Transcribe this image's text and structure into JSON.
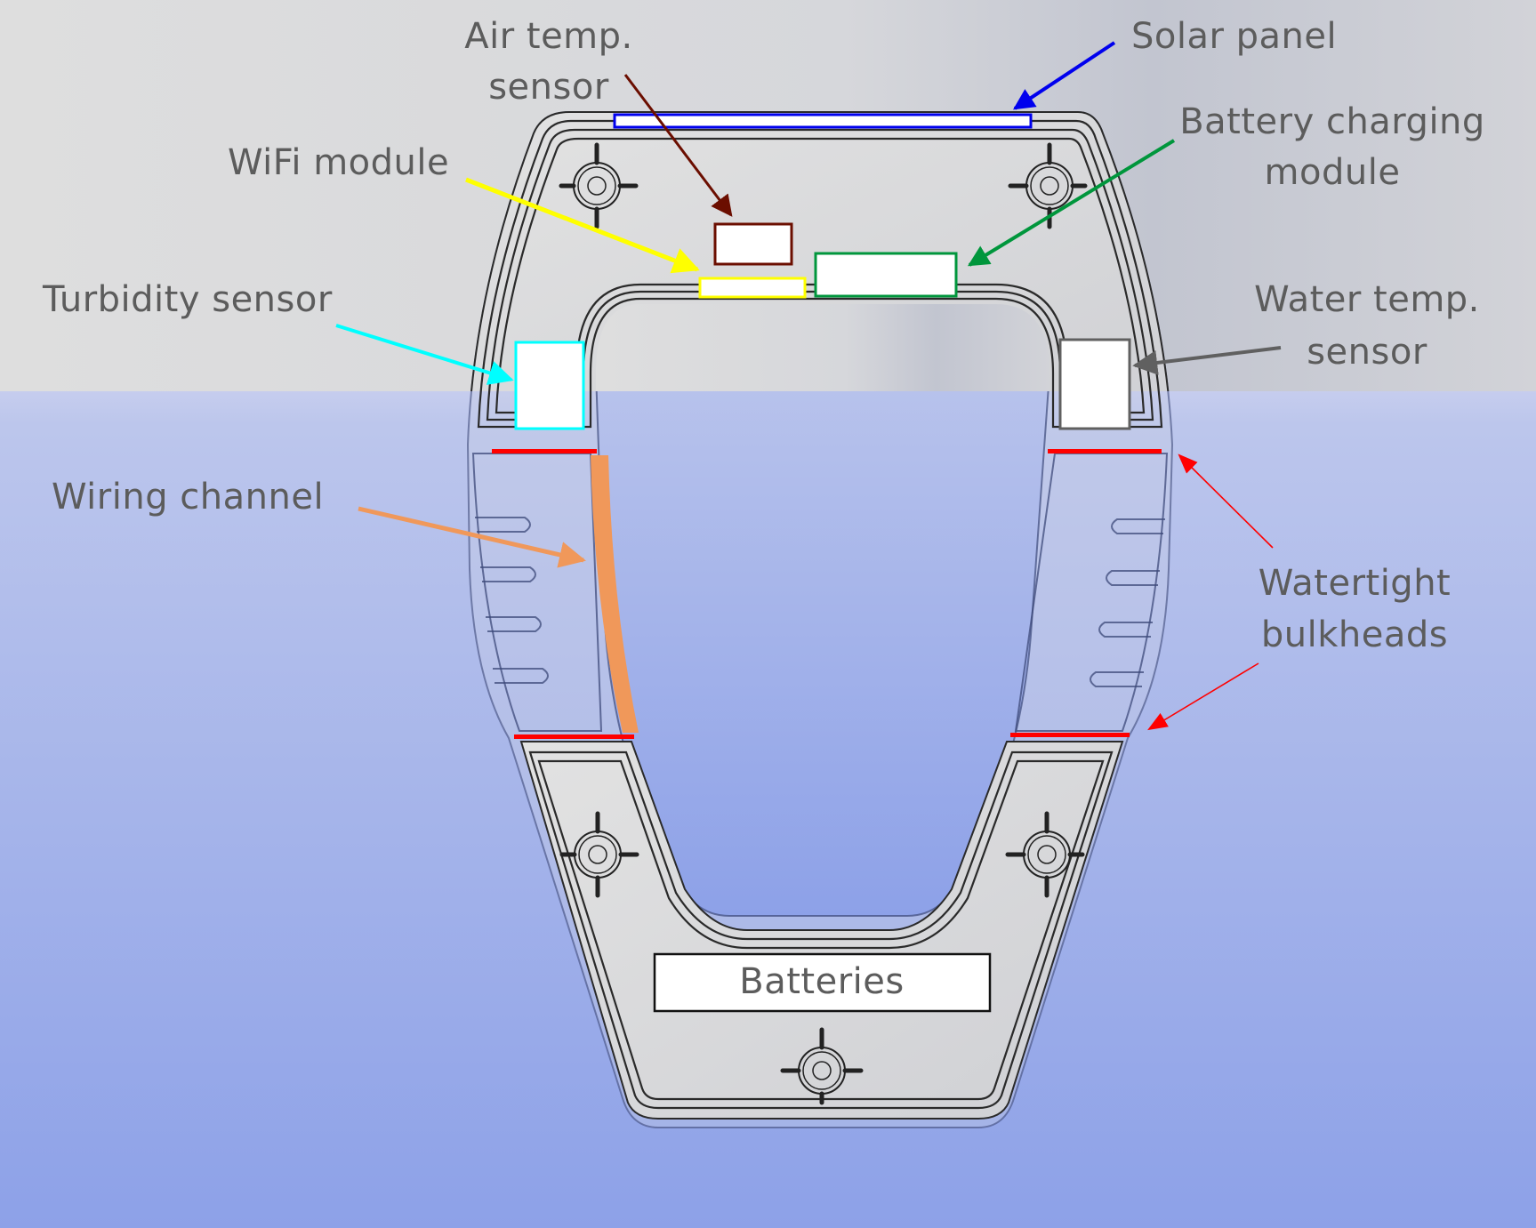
{
  "diagram": {
    "labels": {
      "air_temp": [
        "Air temp.",
        "sensor"
      ],
      "solar_panel": "Solar panel",
      "wifi": "WiFi module",
      "battery_charging": [
        "Battery charging",
        "module"
      ],
      "turbidity": "Turbidity sensor",
      "water_temp": [
        "Water temp.",
        "sensor"
      ],
      "wiring": "Wiring channel",
      "bulkheads": [
        "Watertight",
        "bulkheads"
      ],
      "batteries": "Batteries"
    },
    "colors": {
      "sky": "#dcdcdc",
      "water_top": "#bfc8ec",
      "water_bottom": "#8ea2e8",
      "solar_panel": "#0000ee",
      "air_temp": "#6b0e00",
      "wifi": "#ffff00",
      "battery_charging": "#00963c",
      "turbidity": "#00ffff",
      "water_temp": "#606060",
      "wiring": "#f0985a",
      "bulkheads": "#ff0000",
      "text": "#5c5c5c"
    }
  }
}
